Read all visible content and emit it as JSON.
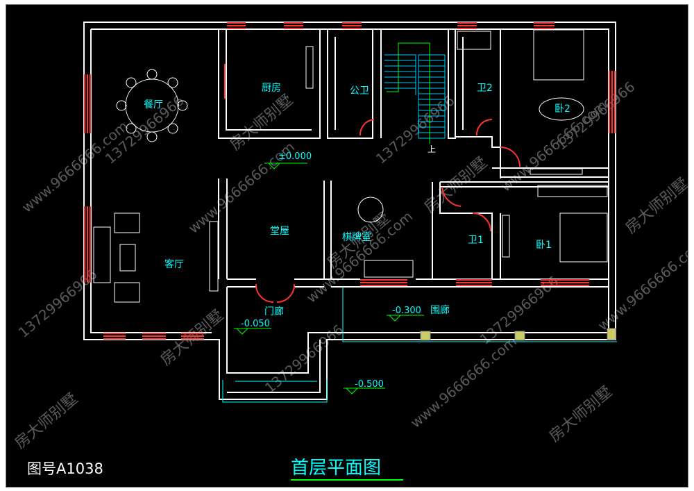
{
  "colors": {
    "background": "#000000",
    "wall": "#ffffff",
    "window": "#ff3333",
    "label": "#00ffff",
    "level_marker": "#00ff00",
    "stairs": "#00ccff",
    "watermark": "#5a5a5a",
    "pillar": "#cccc66"
  },
  "rooms": {
    "dining": "餐厅",
    "kitchen": "厨房",
    "public_bath": "公卫",
    "bath2": "卫2",
    "bed2": "卧2",
    "living": "客厅",
    "hall": "堂屋",
    "chess_room": "棋牌室",
    "bath1": "卫1",
    "bed1": "卧1",
    "porch": "门廊",
    "veranda": "围廊"
  },
  "levels": {
    "ground": "±0.000",
    "porch": "-0.050",
    "veranda": "-0.300",
    "outside": "-0.500"
  },
  "stair_mark": "上",
  "watermarks": {
    "brand": "房大师别墅",
    "phone": "13729966966",
    "site": "www.9666666.com"
  },
  "figure": {
    "id": "图号A1038",
    "title": "首层平面图"
  }
}
